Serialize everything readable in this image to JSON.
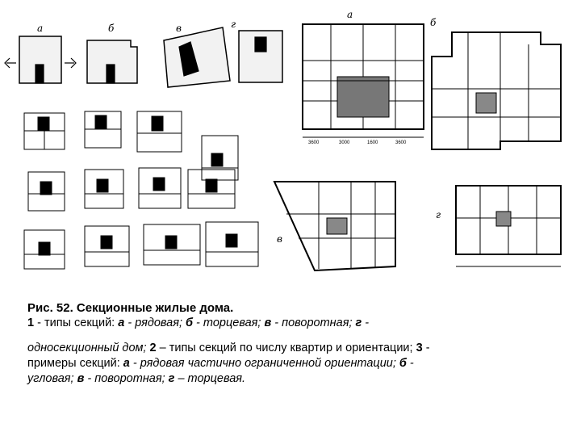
{
  "figure": {
    "panel_labels": {
      "a": "а",
      "b": "б",
      "v": "в",
      "g": "г",
      "plan_a": "а",
      "plan_b": "б",
      "plan_v": "в",
      "plan_g": "г"
    },
    "dims_a": [
      "3600",
      "3000",
      "1600",
      "3600"
    ]
  },
  "caption": {
    "title": "Рис. 52. Секционные жилые дома.",
    "l1_n": "1",
    "l1_t1": " - типы секций: ",
    "l1_a": "а",
    "l1_t2": " - рядовая; ",
    "l1_b": "б",
    "l1_t3": " - торцевая; ",
    "l1_v": "в",
    "l1_t4": " - поворотная; ",
    "l1_g": "г",
    "l1_t5": " -",
    "l2_t1": "односекционный дом; ",
    "l2_n": "2",
    "l2_t2": " – типы  секций по числу квартир и ориентации;  ",
    "l2_n3": "3",
    "l2_t3": " -",
    "l3_t1": "примеры секций: ",
    "l3_a": "а",
    "l3_t2": " - рядовая частично ограниченной ориентации; ",
    "l3_b": "б",
    "l3_t3": " -",
    "l4_t1": "угловая; ",
    "l4_v": "в",
    "l4_t2": " - поворотная; ",
    "l4_g": "г",
    "l4_t3": " – торцевая."
  }
}
